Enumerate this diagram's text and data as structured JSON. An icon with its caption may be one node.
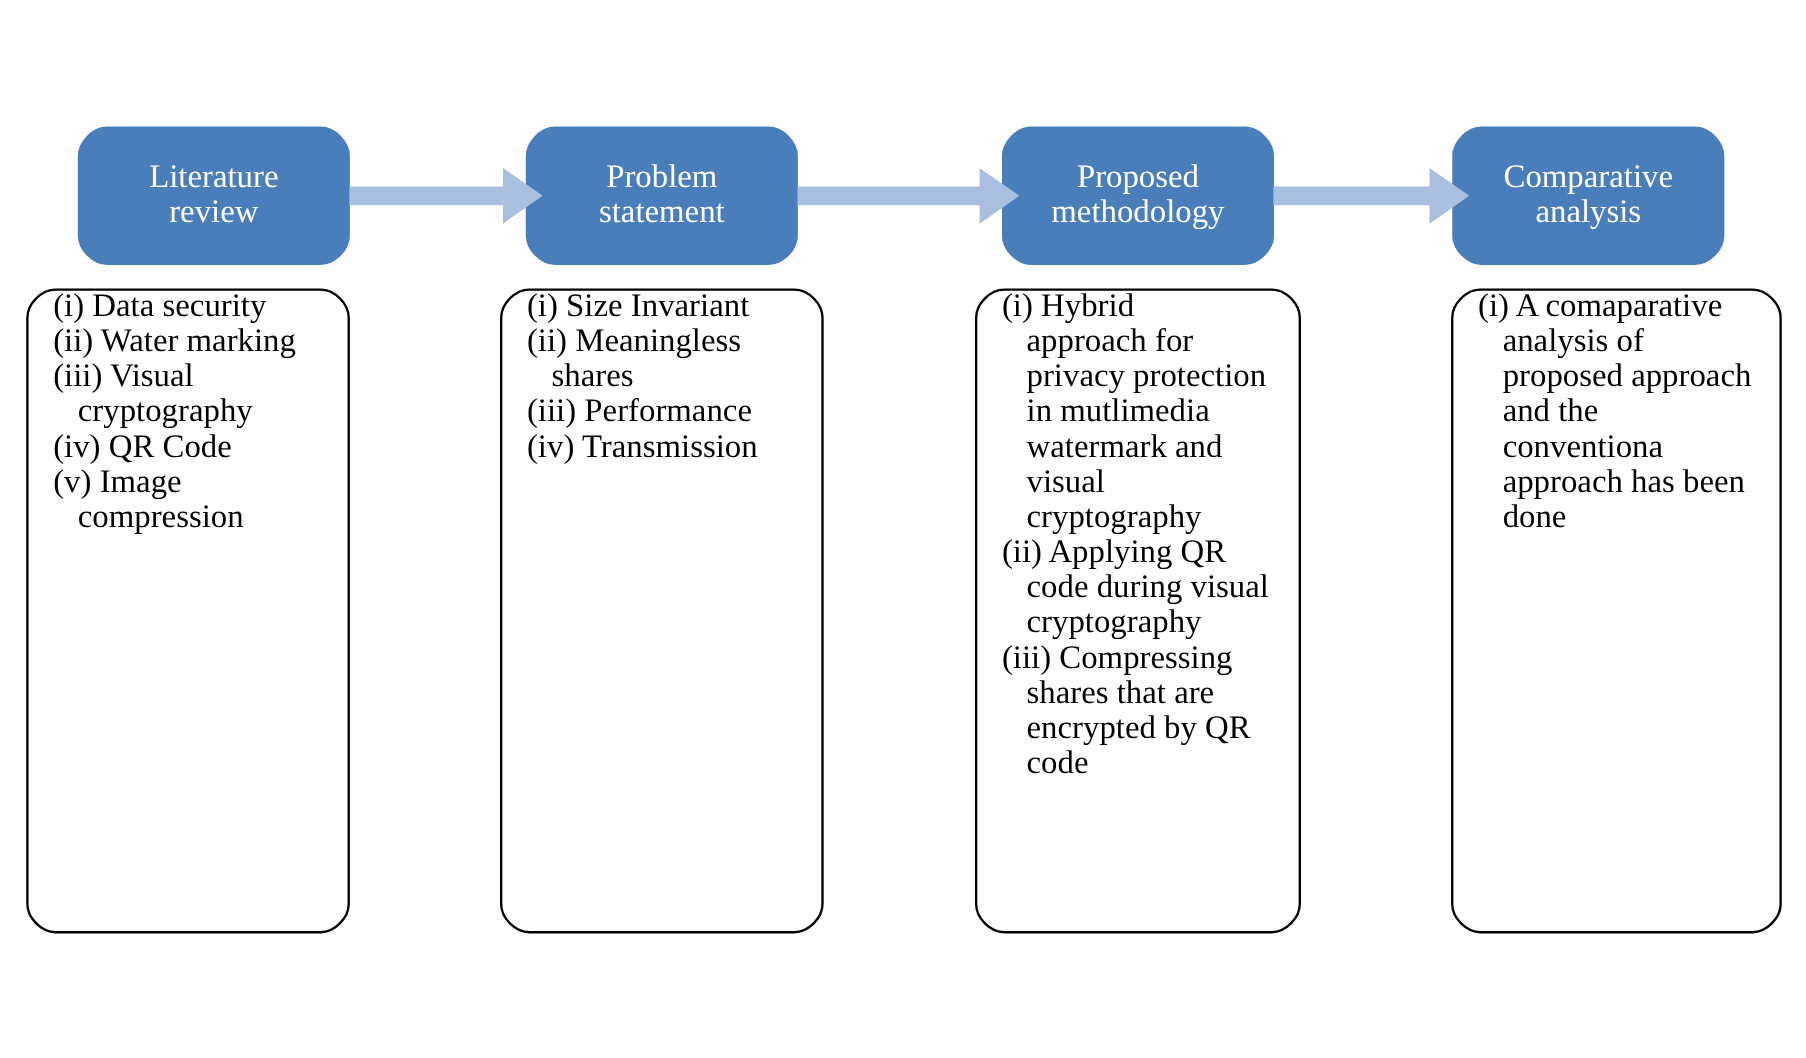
{
  "diagram": {
    "nodes": [
      {
        "text": [
          "Literature review"
        ]
      },
      {
        "text": [
          "(i) Data security",
          "(ii) Water marking",
          "(iii) Visual cryptography",
          "(iv) QR Code",
          "(v) Image compression"
        ]
      },
      {
        "text": [
          "Problem statement"
        ]
      },
      {
        "text": [
          "(i) Size Invariant",
          "(ii) Meaningless shares",
          "(iii) Performance",
          "(iv) Transmission"
        ]
      },
      {
        "text": [
          "Proposed methodology"
        ]
      },
      {
        "text": [
          "(i) Hybrid approach for privacy protection in mutlimedia watermark and visual cryptography",
          "(ii) Applying QR code during visual cryptography",
          "(iii) Compressing shares that are encrypted by QR code"
        ]
      },
      {
        "text": [
          "Comparative analysis"
        ]
      },
      {
        "text": [
          "(i) A comaparative analysis of proposed approach and the conventiona approach has been done"
        ]
      }
    ],
    "edges": [
      {
        "from": 0,
        "to": 2,
        "arrow": "to"
      },
      {
        "from": 2,
        "to": 4,
        "arrow": "to"
      },
      {
        "from": 4,
        "to": 6,
        "arrow": "to"
      }
    ]
  }
}
